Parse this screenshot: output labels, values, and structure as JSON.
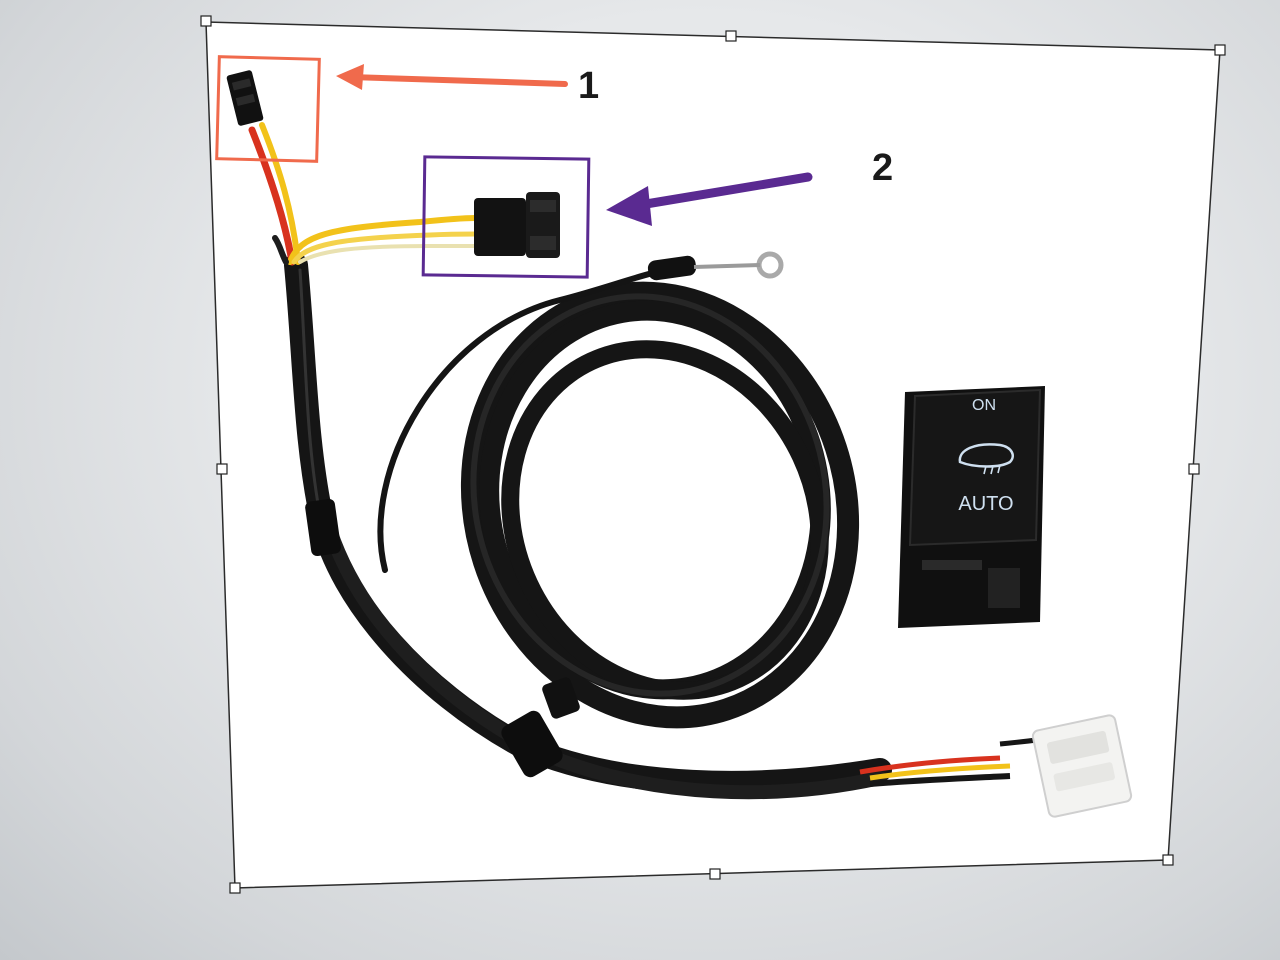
{
  "annotations": {
    "callout_1": {
      "number": "1",
      "color": "#f06a4c"
    },
    "callout_2": {
      "number": "2",
      "color": "#5a2a91"
    }
  },
  "switch_panel": {
    "top_label": "ON",
    "bottom_label": "AUTO",
    "icon": "heated-mirror-icon"
  },
  "colors": {
    "background": "#e6e8ea",
    "frame_line": "#333333",
    "cable": "#151515",
    "wire_yellow": "#f2c21a",
    "wire_red": "#d8321e"
  }
}
